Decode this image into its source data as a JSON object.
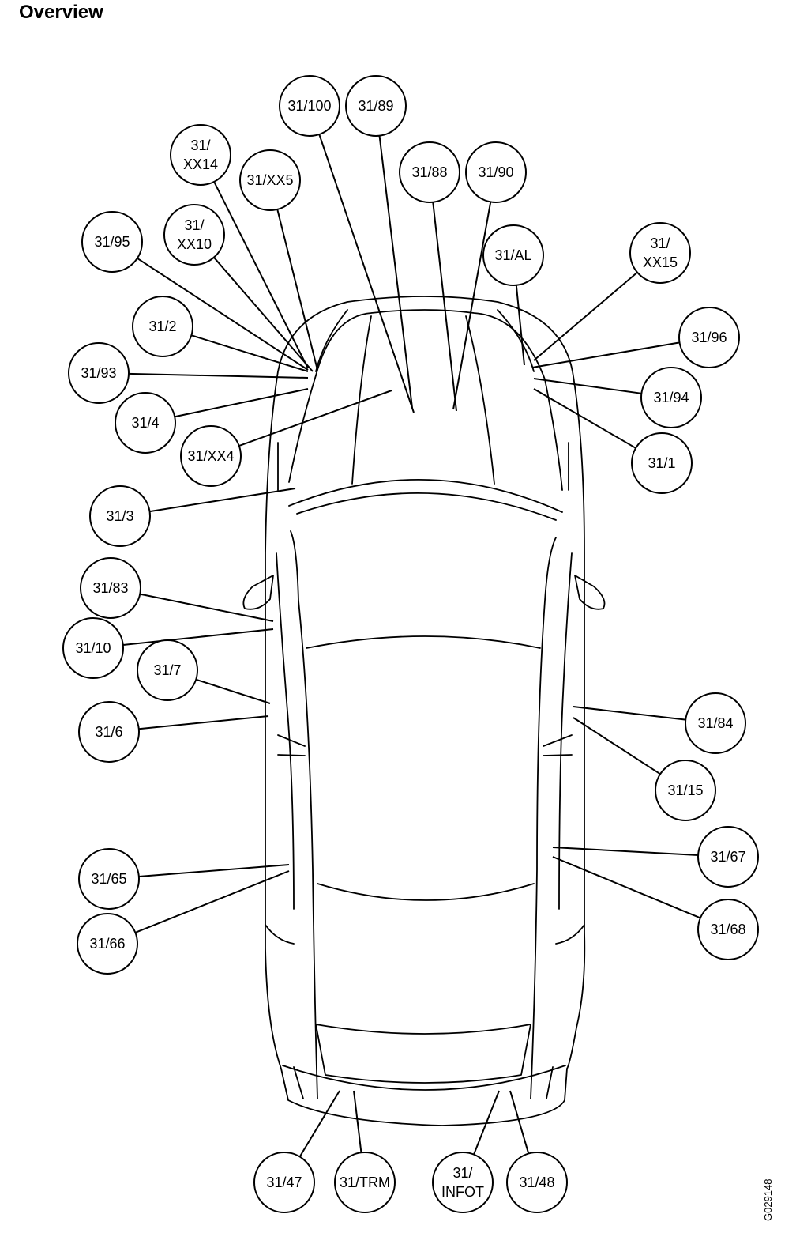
{
  "title": "Overview",
  "figure_id": "G029148",
  "callouts": [
    {
      "id": "31-100",
      "lines": [
        "31/100"
      ]
    },
    {
      "id": "31-89",
      "lines": [
        "31/89"
      ]
    },
    {
      "id": "31-xx14",
      "lines": [
        "31/",
        "XX14"
      ]
    },
    {
      "id": "31-xx5",
      "lines": [
        "31/XX5"
      ]
    },
    {
      "id": "31-88",
      "lines": [
        "31/88"
      ]
    },
    {
      "id": "31-90",
      "lines": [
        "31/90"
      ]
    },
    {
      "id": "31-xx10",
      "lines": [
        "31/",
        "XX10"
      ]
    },
    {
      "id": "31-95",
      "lines": [
        "31/95"
      ]
    },
    {
      "id": "31-al",
      "lines": [
        "31/AL"
      ]
    },
    {
      "id": "31-xx15",
      "lines": [
        "31/",
        "XX15"
      ]
    },
    {
      "id": "31-2",
      "lines": [
        "31/2"
      ]
    },
    {
      "id": "31-96",
      "lines": [
        "31/96"
      ]
    },
    {
      "id": "31-93",
      "lines": [
        "31/93"
      ]
    },
    {
      "id": "31-94",
      "lines": [
        "31/94"
      ]
    },
    {
      "id": "31-4",
      "lines": [
        "31/4"
      ]
    },
    {
      "id": "31-xx4",
      "lines": [
        "31/XX4"
      ]
    },
    {
      "id": "31-1",
      "lines": [
        "31/1"
      ]
    },
    {
      "id": "31-3",
      "lines": [
        "31/3"
      ]
    },
    {
      "id": "31-83",
      "lines": [
        "31/83"
      ]
    },
    {
      "id": "31-10",
      "lines": [
        "31/10"
      ]
    },
    {
      "id": "31-7",
      "lines": [
        "31/7"
      ]
    },
    {
      "id": "31-84",
      "lines": [
        "31/84"
      ]
    },
    {
      "id": "31-6",
      "lines": [
        "31/6"
      ]
    },
    {
      "id": "31-15",
      "lines": [
        "31/15"
      ]
    },
    {
      "id": "31-67",
      "lines": [
        "31/67"
      ]
    },
    {
      "id": "31-65",
      "lines": [
        "31/65"
      ]
    },
    {
      "id": "31-68",
      "lines": [
        "31/68"
      ]
    },
    {
      "id": "31-66",
      "lines": [
        "31/66"
      ]
    },
    {
      "id": "31-47",
      "lines": [
        "31/47"
      ]
    },
    {
      "id": "31-trm",
      "lines": [
        "31/TRM"
      ]
    },
    {
      "id": "31-infot",
      "lines": [
        "31/",
        "INFOT"
      ]
    },
    {
      "id": "31-48",
      "lines": [
        "31/48"
      ]
    }
  ]
}
